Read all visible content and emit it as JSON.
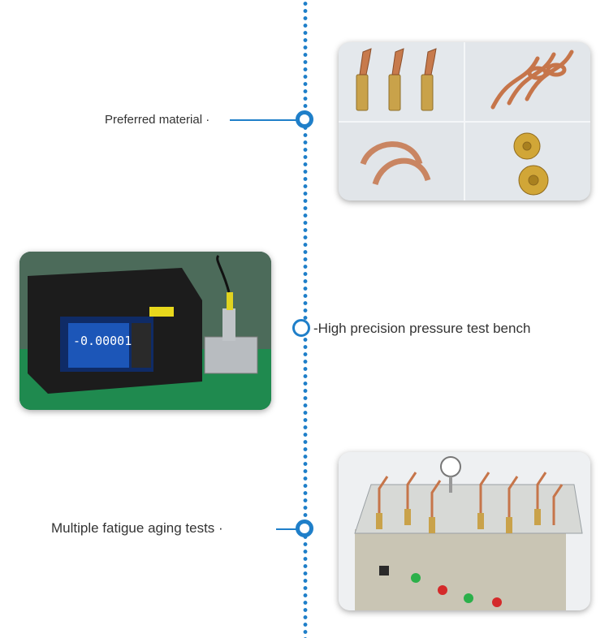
{
  "items": [
    {
      "label": "Preferred material ·"
    },
    {
      "label": "-High precision pressure test bench"
    },
    {
      "label": "Multiple fatigue aging tests ·"
    }
  ],
  "device": {
    "display": "-0.00001"
  },
  "colors": {
    "accent": "#1f7fc9",
    "text": "#333333"
  }
}
